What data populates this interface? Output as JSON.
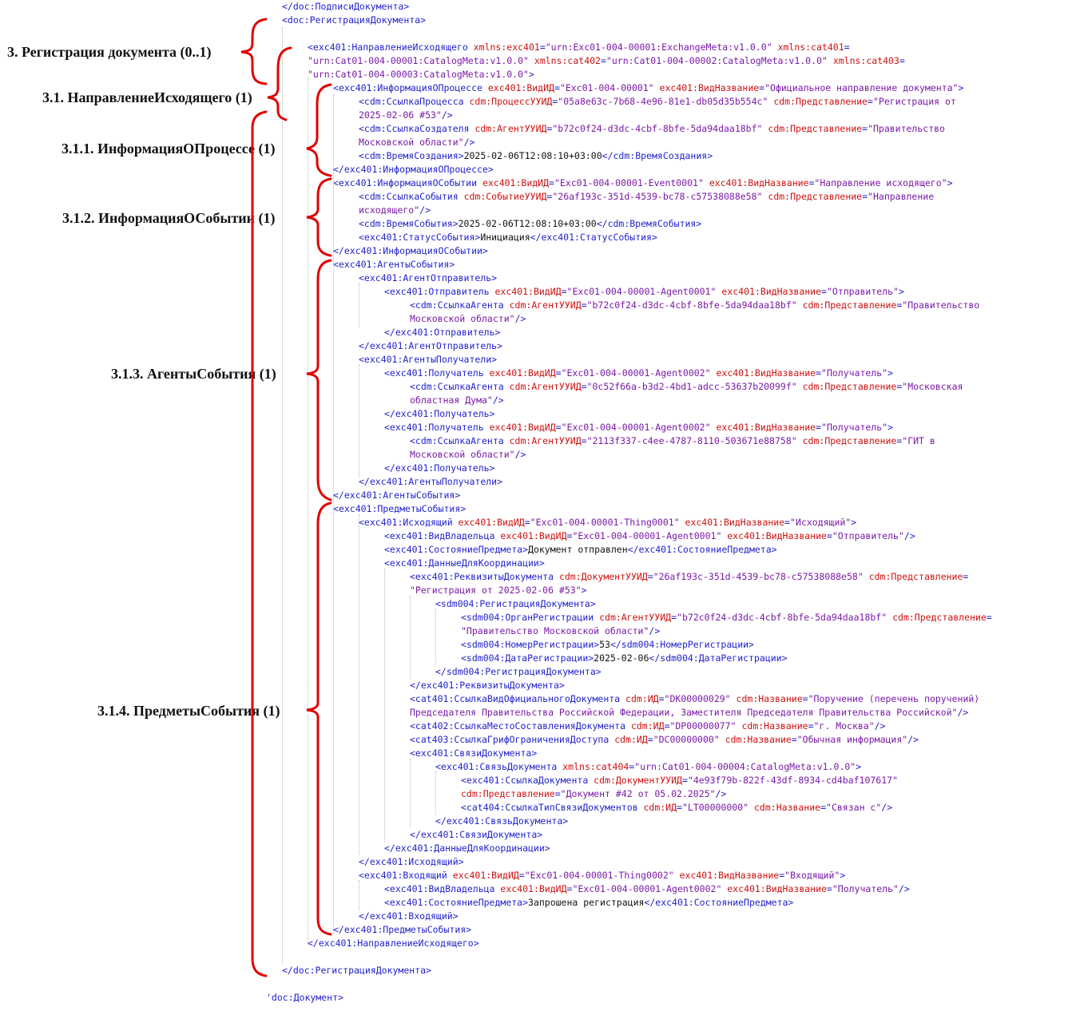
{
  "labels": [
    {
      "id": "lbl-3",
      "text": "3. Регистрация документа (0..1)"
    },
    {
      "id": "lbl-3-1",
      "text": "3.1. НаправлениеИсходящего (1)"
    },
    {
      "id": "lbl-3-1-1",
      "text": "3.1.1. ИнформацияОПроцессе (1)"
    },
    {
      "id": "lbl-3-1-2",
      "text": "3.1.2. ИнформацияОСобытии (1)"
    },
    {
      "id": "lbl-3-1-3",
      "text": "3.1.3. АгентыСобытия (1)"
    },
    {
      "id": "lbl-3-1-4",
      "text": "3.1.4. ПредметыСобытия (1)"
    }
  ],
  "colors": {
    "bracket": "#e00000",
    "tag": "#2222cc",
    "attr": "#cc1111",
    "value": "#7a1aa8",
    "text": "#111111"
  },
  "lines": [
    [
      [
        "t",
        "</doc:ПодписиДокумента>"
      ]
    ],
    [
      [
        "t",
        "<doc:РегистрацияДокумента>"
      ]
    ],
    [],
    [
      [
        "t",
        "<exc401:НаправлениеИсходящего "
      ],
      [
        "a",
        "xmlns:exc401"
      ],
      [
        "t",
        "="
      ],
      [
        "v",
        "\"urn:Exc01-004-00001:ExchangeMeta:v1.0.0\""
      ],
      [
        "t",
        " "
      ],
      [
        "a",
        "xmlns:cat401"
      ],
      [
        "t",
        "="
      ]
    ],
    [
      [
        "v",
        "\"urn:Cat01-004-00001:CatalogMeta:v1.0.0\""
      ],
      [
        "t",
        " "
      ],
      [
        "a",
        "xmlns:cat402"
      ],
      [
        "t",
        "="
      ],
      [
        "v",
        "\"urn:Cat01-004-00002:CatalogMeta:v1.0.0\""
      ],
      [
        "t",
        " "
      ],
      [
        "a",
        "xmlns:cat403"
      ],
      [
        "t",
        "="
      ]
    ],
    [
      [
        "v",
        "\"urn:Cat01-004-00003:CatalogMeta:v1.0.0\""
      ],
      [
        "t",
        ">"
      ]
    ],
    [
      [
        "t",
        "<exc401:ИнформацияОПроцессе "
      ],
      [
        "a",
        "exc401:ВидИД"
      ],
      [
        "t",
        "="
      ],
      [
        "v",
        "\"Exc01-004-00001\""
      ],
      [
        "t",
        " "
      ],
      [
        "a",
        "exc401:ВидНазвание"
      ],
      [
        "t",
        "="
      ],
      [
        "v",
        "\"Официальное направление документа\""
      ],
      [
        "t",
        ">"
      ]
    ],
    [
      [
        "t",
        "<cdm:СсылкаПроцесса "
      ],
      [
        "a",
        "cdm:ПроцессУУИД"
      ],
      [
        "t",
        "="
      ],
      [
        "v",
        "\"05a8e63c-7b68-4e96-81e1-db05d35b554c\""
      ],
      [
        "t",
        " "
      ],
      [
        "a",
        "cdm:Представление"
      ],
      [
        "t",
        "="
      ],
      [
        "v",
        "\"Регистрация от"
      ]
    ],
    [
      [
        "v",
        "2025-02-06 #53\""
      ],
      [
        "t",
        "/>"
      ]
    ],
    [
      [
        "t",
        "<cdm:СсылкаСоздателя "
      ],
      [
        "a",
        "cdm:АгентУУИД"
      ],
      [
        "t",
        "="
      ],
      [
        "v",
        "\"b72c0f24-d3dc-4cbf-8bfe-5da94daa18bf\""
      ],
      [
        "t",
        " "
      ],
      [
        "a",
        "cdm:Представление"
      ],
      [
        "t",
        "="
      ],
      [
        "v",
        "\"Правительство"
      ]
    ],
    [
      [
        "v",
        "Московской области\""
      ],
      [
        "t",
        "/>"
      ]
    ],
    [
      [
        "t",
        "<cdm:ВремяСоздания>"
      ],
      [
        "x",
        "2025-02-06T12:08:10+03:00"
      ],
      [
        "t",
        "</cdm:ВремяСоздания>"
      ]
    ],
    [
      [
        "t",
        "</exc401:ИнформацияОПроцессе>"
      ]
    ],
    [
      [
        "t",
        "<exc401:ИнформацияОСобытии "
      ],
      [
        "a",
        "exc401:ВидИД"
      ],
      [
        "t",
        "="
      ],
      [
        "v",
        "\"Exc01-004-00001-Event0001\""
      ],
      [
        "t",
        " "
      ],
      [
        "a",
        "exc401:ВидНазвание"
      ],
      [
        "t",
        "="
      ],
      [
        "v",
        "\"Направление исходящего\""
      ],
      [
        "t",
        ">"
      ]
    ],
    [
      [
        "t",
        "<cdm:СсылкаСобытия "
      ],
      [
        "a",
        "cdm:СобытиеУУИД"
      ],
      [
        "t",
        "="
      ],
      [
        "v",
        "\"26af193c-351d-4539-bc78-c57538088e58\""
      ],
      [
        "t",
        " "
      ],
      [
        "a",
        "cdm:Представление"
      ],
      [
        "t",
        "="
      ],
      [
        "v",
        "\"Направление"
      ]
    ],
    [
      [
        "v",
        "исходящего\""
      ],
      [
        "t",
        "/>"
      ]
    ],
    [
      [
        "t",
        "<cdm:ВремяСобытия>"
      ],
      [
        "x",
        "2025-02-06T12:08:10+03:00"
      ],
      [
        "t",
        "</cdm:ВремяСобытия>"
      ]
    ],
    [
      [
        "t",
        "<exc401:СтатусСобытия>"
      ],
      [
        "x",
        "Инициация"
      ],
      [
        "t",
        "</exc401:СтатусСобытия>"
      ]
    ],
    [
      [
        "t",
        "</exc401:ИнформацияОСобытии>"
      ]
    ],
    [
      [
        "t",
        "<exc401:АгентыСобытия>"
      ]
    ],
    [
      [
        "t",
        "<exc401:АгентОтправитель>"
      ]
    ],
    [
      [
        "t",
        "<exc401:Отправитель "
      ],
      [
        "a",
        "exc401:ВидИД"
      ],
      [
        "t",
        "="
      ],
      [
        "v",
        "\"Exc01-004-00001-Agent0001\""
      ],
      [
        "t",
        " "
      ],
      [
        "a",
        "exc401:ВидНазвание"
      ],
      [
        "t",
        "="
      ],
      [
        "v",
        "\"Отправитель\""
      ],
      [
        "t",
        ">"
      ]
    ],
    [
      [
        "t",
        "<cdm:СсылкаАгента "
      ],
      [
        "a",
        "cdm:АгентУУИД"
      ],
      [
        "t",
        "="
      ],
      [
        "v",
        "\"b72c0f24-d3dc-4cbf-8bfe-5da94daa18bf\""
      ],
      [
        "t",
        " "
      ],
      [
        "a",
        "cdm:Представление"
      ],
      [
        "t",
        "="
      ],
      [
        "v",
        "\"Правительство"
      ]
    ],
    [
      [
        "v",
        "Московской области\""
      ],
      [
        "t",
        "/>"
      ]
    ],
    [
      [
        "t",
        "</exc401:Отправитель>"
      ]
    ],
    [
      [
        "t",
        "</exc401:АгентОтправитель>"
      ]
    ],
    [
      [
        "t",
        "<exc401:АгентыПолучатели>"
      ]
    ],
    [
      [
        "t",
        "<exc401:Получатель "
      ],
      [
        "a",
        "exc401:ВидИД"
      ],
      [
        "t",
        "="
      ],
      [
        "v",
        "\"Exc01-004-00001-Agent0002\""
      ],
      [
        "t",
        " "
      ],
      [
        "a",
        "exc401:ВидНазвание"
      ],
      [
        "t",
        "="
      ],
      [
        "v",
        "\"Получатель\""
      ],
      [
        "t",
        ">"
      ]
    ],
    [
      [
        "t",
        "<cdm:СсылкаАгента "
      ],
      [
        "a",
        "cdm:АгентУУИД"
      ],
      [
        "t",
        "="
      ],
      [
        "v",
        "\"0c52f66a-b3d2-4bd1-adcc-53637b20099f\""
      ],
      [
        "t",
        " "
      ],
      [
        "a",
        "cdm:Представление"
      ],
      [
        "t",
        "="
      ],
      [
        "v",
        "\"Московская"
      ]
    ],
    [
      [
        "v",
        "областная Дума\""
      ],
      [
        "t",
        "/>"
      ]
    ],
    [
      [
        "t",
        "</exc401:Получатель>"
      ]
    ],
    [
      [
        "t",
        "<exc401:Получатель "
      ],
      [
        "a",
        "exc401:ВидИД"
      ],
      [
        "t",
        "="
      ],
      [
        "v",
        "\"Exc01-004-00001-Agent0002\""
      ],
      [
        "t",
        " "
      ],
      [
        "a",
        "exc401:ВидНазвание"
      ],
      [
        "t",
        "="
      ],
      [
        "v",
        "\"Получатель\""
      ],
      [
        "t",
        ">"
      ]
    ],
    [
      [
        "t",
        "<cdm:СсылкаАгента "
      ],
      [
        "a",
        "cdm:АгентУУИД"
      ],
      [
        "t",
        "="
      ],
      [
        "v",
        "\"2113f337-c4ee-4787-8110-503671e88758\""
      ],
      [
        "t",
        " "
      ],
      [
        "a",
        "cdm:Представление"
      ],
      [
        "t",
        "="
      ],
      [
        "v",
        "\"ГИТ в"
      ]
    ],
    [
      [
        "v",
        "Московской области\""
      ],
      [
        "t",
        "/>"
      ]
    ],
    [
      [
        "t",
        "</exc401:Получатель>"
      ]
    ],
    [
      [
        "t",
        "</exc401:АгентыПолучатели>"
      ]
    ],
    [
      [
        "t",
        "</exc401:АгентыСобытия>"
      ]
    ],
    [
      [
        "t",
        "<exc401:ПредметыСобытия>"
      ]
    ],
    [
      [
        "t",
        "<exc401:Исходящий "
      ],
      [
        "a",
        "exc401:ВидИД"
      ],
      [
        "t",
        "="
      ],
      [
        "v",
        "\"Exc01-004-00001-Thing0001\""
      ],
      [
        "t",
        " "
      ],
      [
        "a",
        "exc401:ВидНазвание"
      ],
      [
        "t",
        "="
      ],
      [
        "v",
        "\"Исходящий\""
      ],
      [
        "t",
        ">"
      ]
    ],
    [
      [
        "t",
        "<exc401:ВидВладельца "
      ],
      [
        "a",
        "exc401:ВидИД"
      ],
      [
        "t",
        "="
      ],
      [
        "v",
        "\"Exc01-004-00001-Agent0001\""
      ],
      [
        "t",
        " "
      ],
      [
        "a",
        "exc401:ВидНазвание"
      ],
      [
        "t",
        "="
      ],
      [
        "v",
        "\"Отправитель\""
      ],
      [
        "t",
        "/>"
      ]
    ],
    [
      [
        "t",
        "<exc401:СостояниеПредмета>"
      ],
      [
        "x",
        "Документ отправлен"
      ],
      [
        "t",
        "</exc401:СостояниеПредмета>"
      ]
    ],
    [
      [
        "t",
        "<exc401:ДанныеДляКоординации>"
      ]
    ],
    [
      [
        "t",
        "<exc401:РеквизитыДокумента "
      ],
      [
        "a",
        "cdm:ДокументУУИД"
      ],
      [
        "t",
        "="
      ],
      [
        "v",
        "\"26af193c-351d-4539-bc78-c57538088e58\""
      ],
      [
        "t",
        " "
      ],
      [
        "a",
        "cdm:Представление"
      ],
      [
        "t",
        "="
      ]
    ],
    [
      [
        "v",
        "\"Регистрация от 2025-02-06 #53\""
      ],
      [
        "t",
        ">"
      ]
    ],
    [
      [
        "t",
        "<sdm004:РегистрацияДокумента>"
      ]
    ],
    [
      [
        "t",
        "<sdm004:ОрганРегистрации "
      ],
      [
        "a",
        "cdm:АгентУУИД"
      ],
      [
        "t",
        "="
      ],
      [
        "v",
        "\"b72c0f24-d3dc-4cbf-8bfe-5da94daa18bf\""
      ],
      [
        "t",
        " "
      ],
      [
        "a",
        "cdm:Представление"
      ],
      [
        "t",
        "="
      ]
    ],
    [
      [
        "v",
        "\"Правительство Московской области\""
      ],
      [
        "t",
        "/>"
      ]
    ],
    [
      [
        "t",
        "<sdm004:НомерРегистрации>"
      ],
      [
        "x",
        "53"
      ],
      [
        "t",
        "</sdm004:НомерРегистрации>"
      ]
    ],
    [
      [
        "t",
        "<sdm004:ДатаРегистрации>"
      ],
      [
        "x",
        "2025-02-06"
      ],
      [
        "t",
        "</sdm004:ДатаРегистрации>"
      ]
    ],
    [
      [
        "t",
        "</sdm004:РегистрацияДокумента>"
      ]
    ],
    [
      [
        "t",
        "</exc401:РеквизитыДокумента>"
      ]
    ],
    [
      [
        "t",
        "<cat401:СсылкаВидОфициальногоДокумента "
      ],
      [
        "a",
        "cdm:ИД"
      ],
      [
        "t",
        "="
      ],
      [
        "v",
        "\"DK00000029\""
      ],
      [
        "t",
        " "
      ],
      [
        "a",
        "cdm:Название"
      ],
      [
        "t",
        "="
      ],
      [
        "v",
        "\"Поручение (перечень поручений)"
      ]
    ],
    [
      [
        "v",
        "Председателя Правительства Российской Федерации, Заместителя Председателя Правительства Российской\""
      ],
      [
        "t",
        "/>"
      ]
    ],
    [
      [
        "t",
        "<cat402:СсылкаМестоСоставленияДокумента "
      ],
      [
        "a",
        "cdm:ИД"
      ],
      [
        "t",
        "="
      ],
      [
        "v",
        "\"DP00000077\""
      ],
      [
        "t",
        " "
      ],
      [
        "a",
        "cdm:Название"
      ],
      [
        "t",
        "="
      ],
      [
        "v",
        "\"г. Москва\""
      ],
      [
        "t",
        "/>"
      ]
    ],
    [
      [
        "t",
        "<cat403:СсылкаГрифОграниченияДоступа "
      ],
      [
        "a",
        "cdm:ИД"
      ],
      [
        "t",
        "="
      ],
      [
        "v",
        "\"DC00000000\""
      ],
      [
        "t",
        " "
      ],
      [
        "a",
        "cdm:Название"
      ],
      [
        "t",
        "="
      ],
      [
        "v",
        "\"Обычная информация\""
      ],
      [
        "t",
        "/>"
      ]
    ],
    [
      [
        "t",
        "<exc401:СвязиДокумента>"
      ]
    ],
    [
      [
        "t",
        "<exc401:СвязьДокумента "
      ],
      [
        "a",
        "xmlns:cat404"
      ],
      [
        "t",
        "="
      ],
      [
        "v",
        "\"urn:Cat01-004-00004:CatalogMeta:v1.0.0\""
      ],
      [
        "t",
        ">"
      ]
    ],
    [
      [
        "t",
        "<exc401:СсылкаДокумента "
      ],
      [
        "a",
        "cdm:ДокументУУИД"
      ],
      [
        "t",
        "="
      ],
      [
        "v",
        "\"4e93f79b-822f-43df-8934-cd4baf107617\""
      ]
    ],
    [
      [
        "a",
        "cdm:Представление"
      ],
      [
        "t",
        "="
      ],
      [
        "v",
        "\"Документ #42 от 05.02.2025\""
      ],
      [
        "t",
        "/>"
      ]
    ],
    [
      [
        "t",
        "<cat404:СсылкаТипСвязиДокументов "
      ],
      [
        "a",
        "cdm:ИД"
      ],
      [
        "t",
        "="
      ],
      [
        "v",
        "\"LT00000000\""
      ],
      [
        "t",
        " "
      ],
      [
        "a",
        "cdm:Название"
      ],
      [
        "t",
        "="
      ],
      [
        "v",
        "\"Связан с\""
      ],
      [
        "t",
        "/>"
      ]
    ],
    [
      [
        "t",
        "</exc401:СвязьДокумента>"
      ]
    ],
    [
      [
        "t",
        "</exc401:СвязиДокумента>"
      ]
    ],
    [
      [
        "t",
        "</exc401:ДанныеДляКоординации>"
      ]
    ],
    [
      [
        "t",
        "</exc401:Исходящий>"
      ]
    ],
    [
      [
        "t",
        "<exc401:Входящий "
      ],
      [
        "a",
        "exc401:ВидИД"
      ],
      [
        "t",
        "="
      ],
      [
        "v",
        "\"Exc01-004-00001-Thing0002\""
      ],
      [
        "t",
        " "
      ],
      [
        "a",
        "exc401:ВидНазвание"
      ],
      [
        "t",
        "="
      ],
      [
        "v",
        "\"Входящий\""
      ],
      [
        "t",
        ">"
      ]
    ],
    [
      [
        "t",
        "<exc401:ВидВладельца "
      ],
      [
        "a",
        "exc401:ВидИД"
      ],
      [
        "t",
        "="
      ],
      [
        "v",
        "\"Exc01-004-00001-Agent0002\""
      ],
      [
        "t",
        " "
      ],
      [
        "a",
        "exc401:ВидНазвание"
      ],
      [
        "t",
        "="
      ],
      [
        "v",
        "\"Получатель\""
      ],
      [
        "t",
        "/>"
      ]
    ],
    [
      [
        "t",
        "<exc401:СостояниеПредмета>"
      ],
      [
        "x",
        "Запрошена регистрация"
      ],
      [
        "t",
        "</exc401:СостояниеПредмета>"
      ]
    ],
    [
      [
        "t",
        "</exc401:Входящий>"
      ]
    ],
    [
      [
        "t",
        "</exc401:ПредметыСобытия>"
      ]
    ],
    [
      [
        "t",
        "</exc401:НаправлениеИсходящего>"
      ]
    ],
    [],
    [
      [
        "t",
        "</doc:РегистрацияДокумента>"
      ]
    ],
    [],
    [
      [
        "t",
        "'doc:Документ>"
      ]
    ]
  ]
}
